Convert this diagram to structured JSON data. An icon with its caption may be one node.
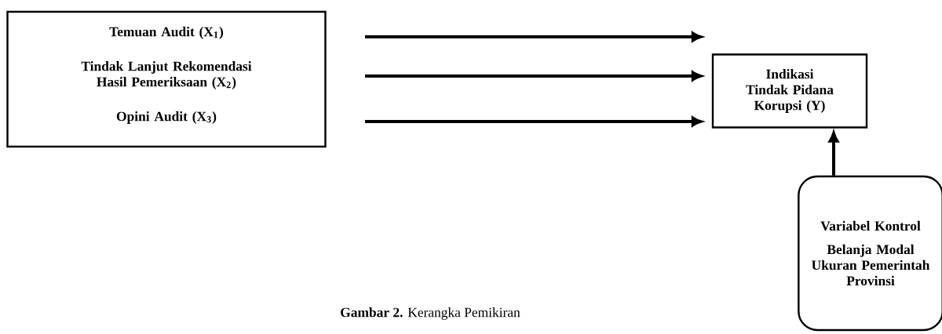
{
  "diagram": {
    "caption": "**Gambar 2.** Kerangka Pemikiran",
    "nodes": [
      {
        "text": [],
        "shape": "box"
      },
      {
        "text": [
          "Temuan Audit (X$_{1}$)"
        ],
        "in": 0
      },
      {
        "text": [
          "Tindak Lanjut Rekomendasi Hasil Pemeriksaan (X$_{2}$)"
        ],
        "in": 0
      },
      {
        "text": [
          "Opini Audit (X$_{3}$)"
        ],
        "in": 0
      },
      {
        "text": [
          "Indikasi Tindak Pidana Korupsi (Y)"
        ]
      },
      {
        "text": [
          "Variabel Kontrol",
          "Belanja Modal Ukuran Pemerintah Provinsi"
        ]
      }
    ],
    "edges": [
      {
        "from": null,
        "to": 4,
        "arrow": "to"
      },
      {
        "from": null,
        "to": 4,
        "arrow": "to"
      },
      {
        "from": null,
        "to": 4,
        "arrow": "to"
      },
      {
        "from": 5,
        "to": 4,
        "arrow": "to"
      }
    ]
  }
}
